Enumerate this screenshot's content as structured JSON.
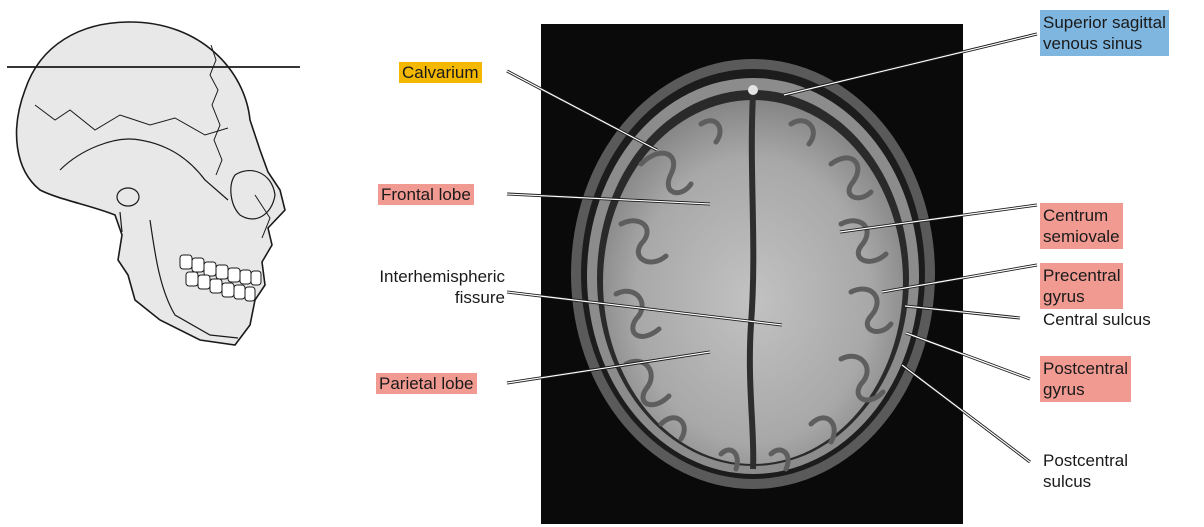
{
  "colors": {
    "tag_yellow": "#f5b800",
    "tag_pink": "#f19a92",
    "tag_blue": "#7fb6df",
    "leader_line": "#1a1a1a",
    "mri_background": "#0a0a0a"
  },
  "labels": {
    "calvarium": "Calvarium",
    "frontal_lobe": "Frontal lobe",
    "interhemispheric_line1": "Interhemispheric",
    "interhemispheric_line2": "fissure",
    "parietal_lobe": "Parietal lobe",
    "superior_sagittal_line1": "Superior sagittal",
    "superior_sagittal_line2": "venous sinus",
    "centrum_line1": "Centrum",
    "centrum_line2": "semiovale",
    "precentral_line1": "Precentral",
    "precentral_line2": "gyrus",
    "central_sulcus": "Central sulcus",
    "postcentral_gyrus_line1": "Postcentral",
    "postcentral_gyrus_line2": "gyrus",
    "postcentral_sulcus_line1": "Postcentral",
    "postcentral_sulcus_line2": "sulcus"
  },
  "icons": {
    "skull": "skull-lateral-view-icon",
    "mri": "axial-mri-brain-image"
  }
}
